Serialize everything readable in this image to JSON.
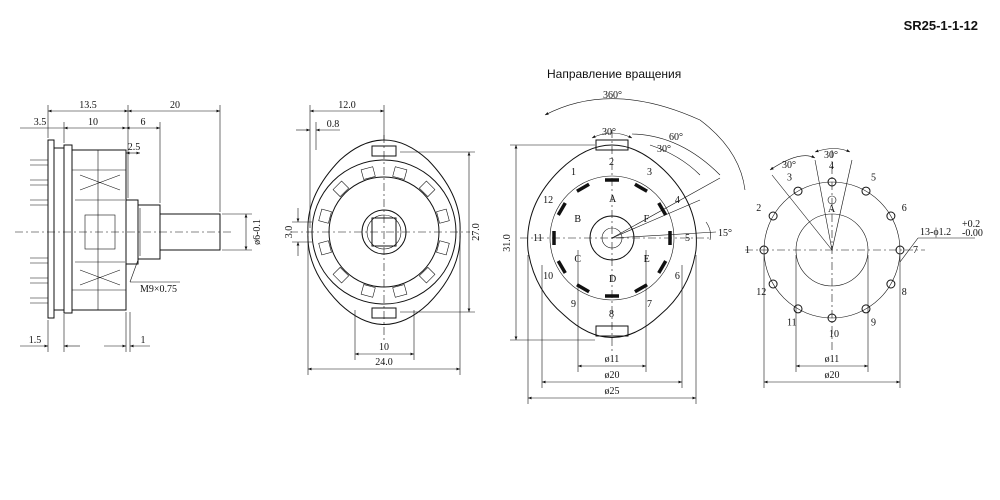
{
  "part_number": "SR25-1-1-12",
  "rotation_label": "Направление вращения",
  "side_view": {
    "dim_top_13_5": "13.5",
    "dim_top_20": "20",
    "dim_3_5": "3.5",
    "dim_10": "10",
    "dim_6": "6",
    "dim_2_5": "2.5",
    "dim_shaft_dia": "ø6-0.1",
    "dim_thread": "M9×0.75",
    "dim_1_5": "1.5",
    "dim_1": "1"
  },
  "front_view": {
    "dim_12": "12.0",
    "dim_0_8": "0.8",
    "dim_3": "3.0",
    "dim_27": "27.0",
    "dim_10": "10",
    "dim_24": "24.0"
  },
  "rear_view": {
    "angle_360": "360°",
    "angle_30a": "30°",
    "angle_60": "60°",
    "angle_30b": "30°",
    "angle_15": "15°",
    "dim_31": "31.0",
    "dim_d11": "ø11",
    "dim_d20": "ø20",
    "dim_d25": "ø25",
    "pole_letters": [
      "A",
      "B",
      "C",
      "D",
      "E",
      "F"
    ],
    "pin_numbers": [
      "1",
      "2",
      "3",
      "4",
      "5",
      "6",
      "7",
      "8",
      "9",
      "10",
      "11",
      "12"
    ]
  },
  "pcb_view": {
    "angle_30a": "30°",
    "angle_30b": "30°",
    "hole_spec": "13-ϕ1.2",
    "hole_tol_plus": "+0.2",
    "hole_tol_minus": "-0.00",
    "center_letter": "A",
    "dim_d11": "ø11",
    "dim_d20": "ø20",
    "pin_numbers": [
      "1",
      "2",
      "3",
      "4",
      "5",
      "6",
      "7",
      "8",
      "9",
      "10",
      "11",
      "12"
    ]
  }
}
